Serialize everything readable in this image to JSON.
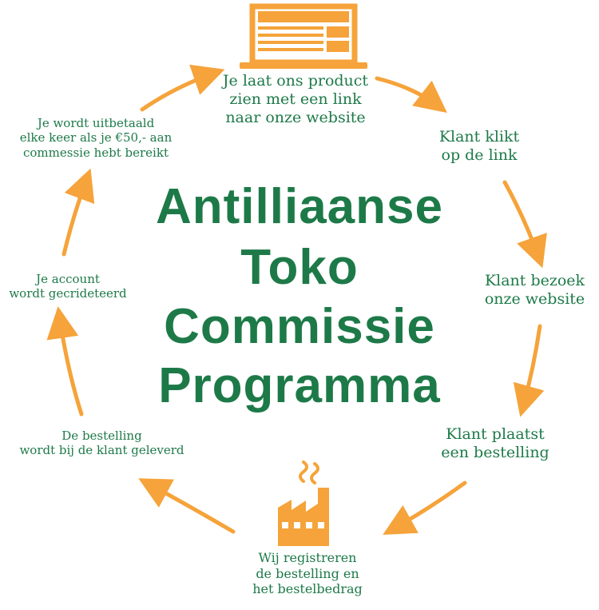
{
  "colors": {
    "accent_orange": "#f5a33a",
    "text_green": "#1d7a48",
    "background": "#ffffff"
  },
  "title": {
    "line1": "Antilliaanse",
    "line2": "Toko",
    "line3": "Commissie",
    "line4": "Programma"
  },
  "steps": {
    "share_link": "Je laat ons product\nzien met een link\nnaar onze website",
    "customer_clicks": "Klant klikt\nop de link",
    "customer_visits": "Klant bezoek\nonze website",
    "customer_orders": "Klant plaatst\neen bestelling",
    "we_register": "Wij registreren\nde bestelling en\nhet bestelbedrag",
    "order_delivered": "De bestelling\nwordt bij de klant geleverd",
    "account_credited": "Je account\nwordt gecrideteerd",
    "payout": "Je wordt uitbetaald\nelke keer als je €50,- aan\ncommessie hebt bereikt"
  },
  "icons": {
    "top": "website-laptop-icon",
    "bottom": "factory-icon"
  }
}
